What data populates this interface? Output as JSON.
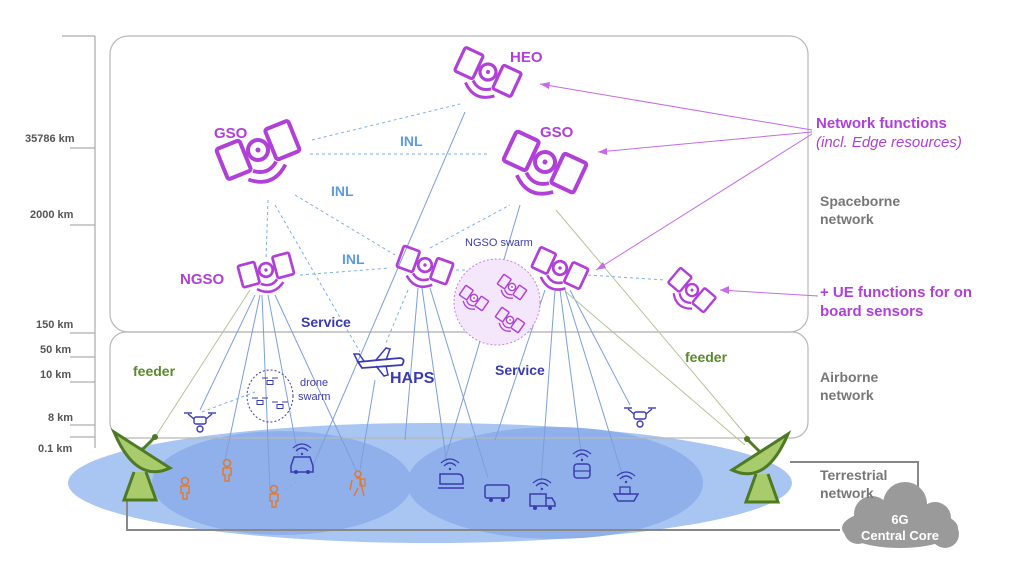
{
  "altitudes": [
    "35786 km",
    "2000 km",
    "150 km",
    "50 km",
    "10 km",
    "8 km",
    "0.1 km"
  ],
  "satellites": {
    "heo": "HEO",
    "gso_left": "GSO",
    "gso_right": "GSO",
    "ngso": "NGSO",
    "ngso_swarm": "NGSO swarm"
  },
  "links": {
    "inl_1": "INL",
    "inl_2": "INL",
    "inl_3": "INL",
    "service_1": "Service",
    "service_2": "Service",
    "feeder_left": "feeder",
    "feeder_right": "feeder"
  },
  "airborne": {
    "haps": "HAPS",
    "drone_swarm_line1": "drone",
    "drone_swarm_line2": "swarm"
  },
  "layers": {
    "spaceborne_line1": "Spaceborne",
    "spaceborne_line2": "network",
    "airborne_line1": "Airborne",
    "airborne_line2": "network",
    "terrestrial_line1": "Terrestrial",
    "terrestrial_line2": "network"
  },
  "annotations": {
    "network_functions": "Network functions",
    "network_functions_sub": "(incl. Edge resources)",
    "ue_functions_line1": "+ UE functions for on",
    "ue_functions_line2": "board sensors"
  },
  "core": {
    "line1": "6G",
    "line2": "Central Core"
  },
  "colors": {
    "satellite": "#b040d8",
    "link": "#7c9fdc",
    "ground_ellipse": "#9cbcf0",
    "ground_inner": "#7f9de8",
    "feeder": "#5a8a2c",
    "service": "#3b3bb0",
    "cloud": "#9a9a9a"
  }
}
